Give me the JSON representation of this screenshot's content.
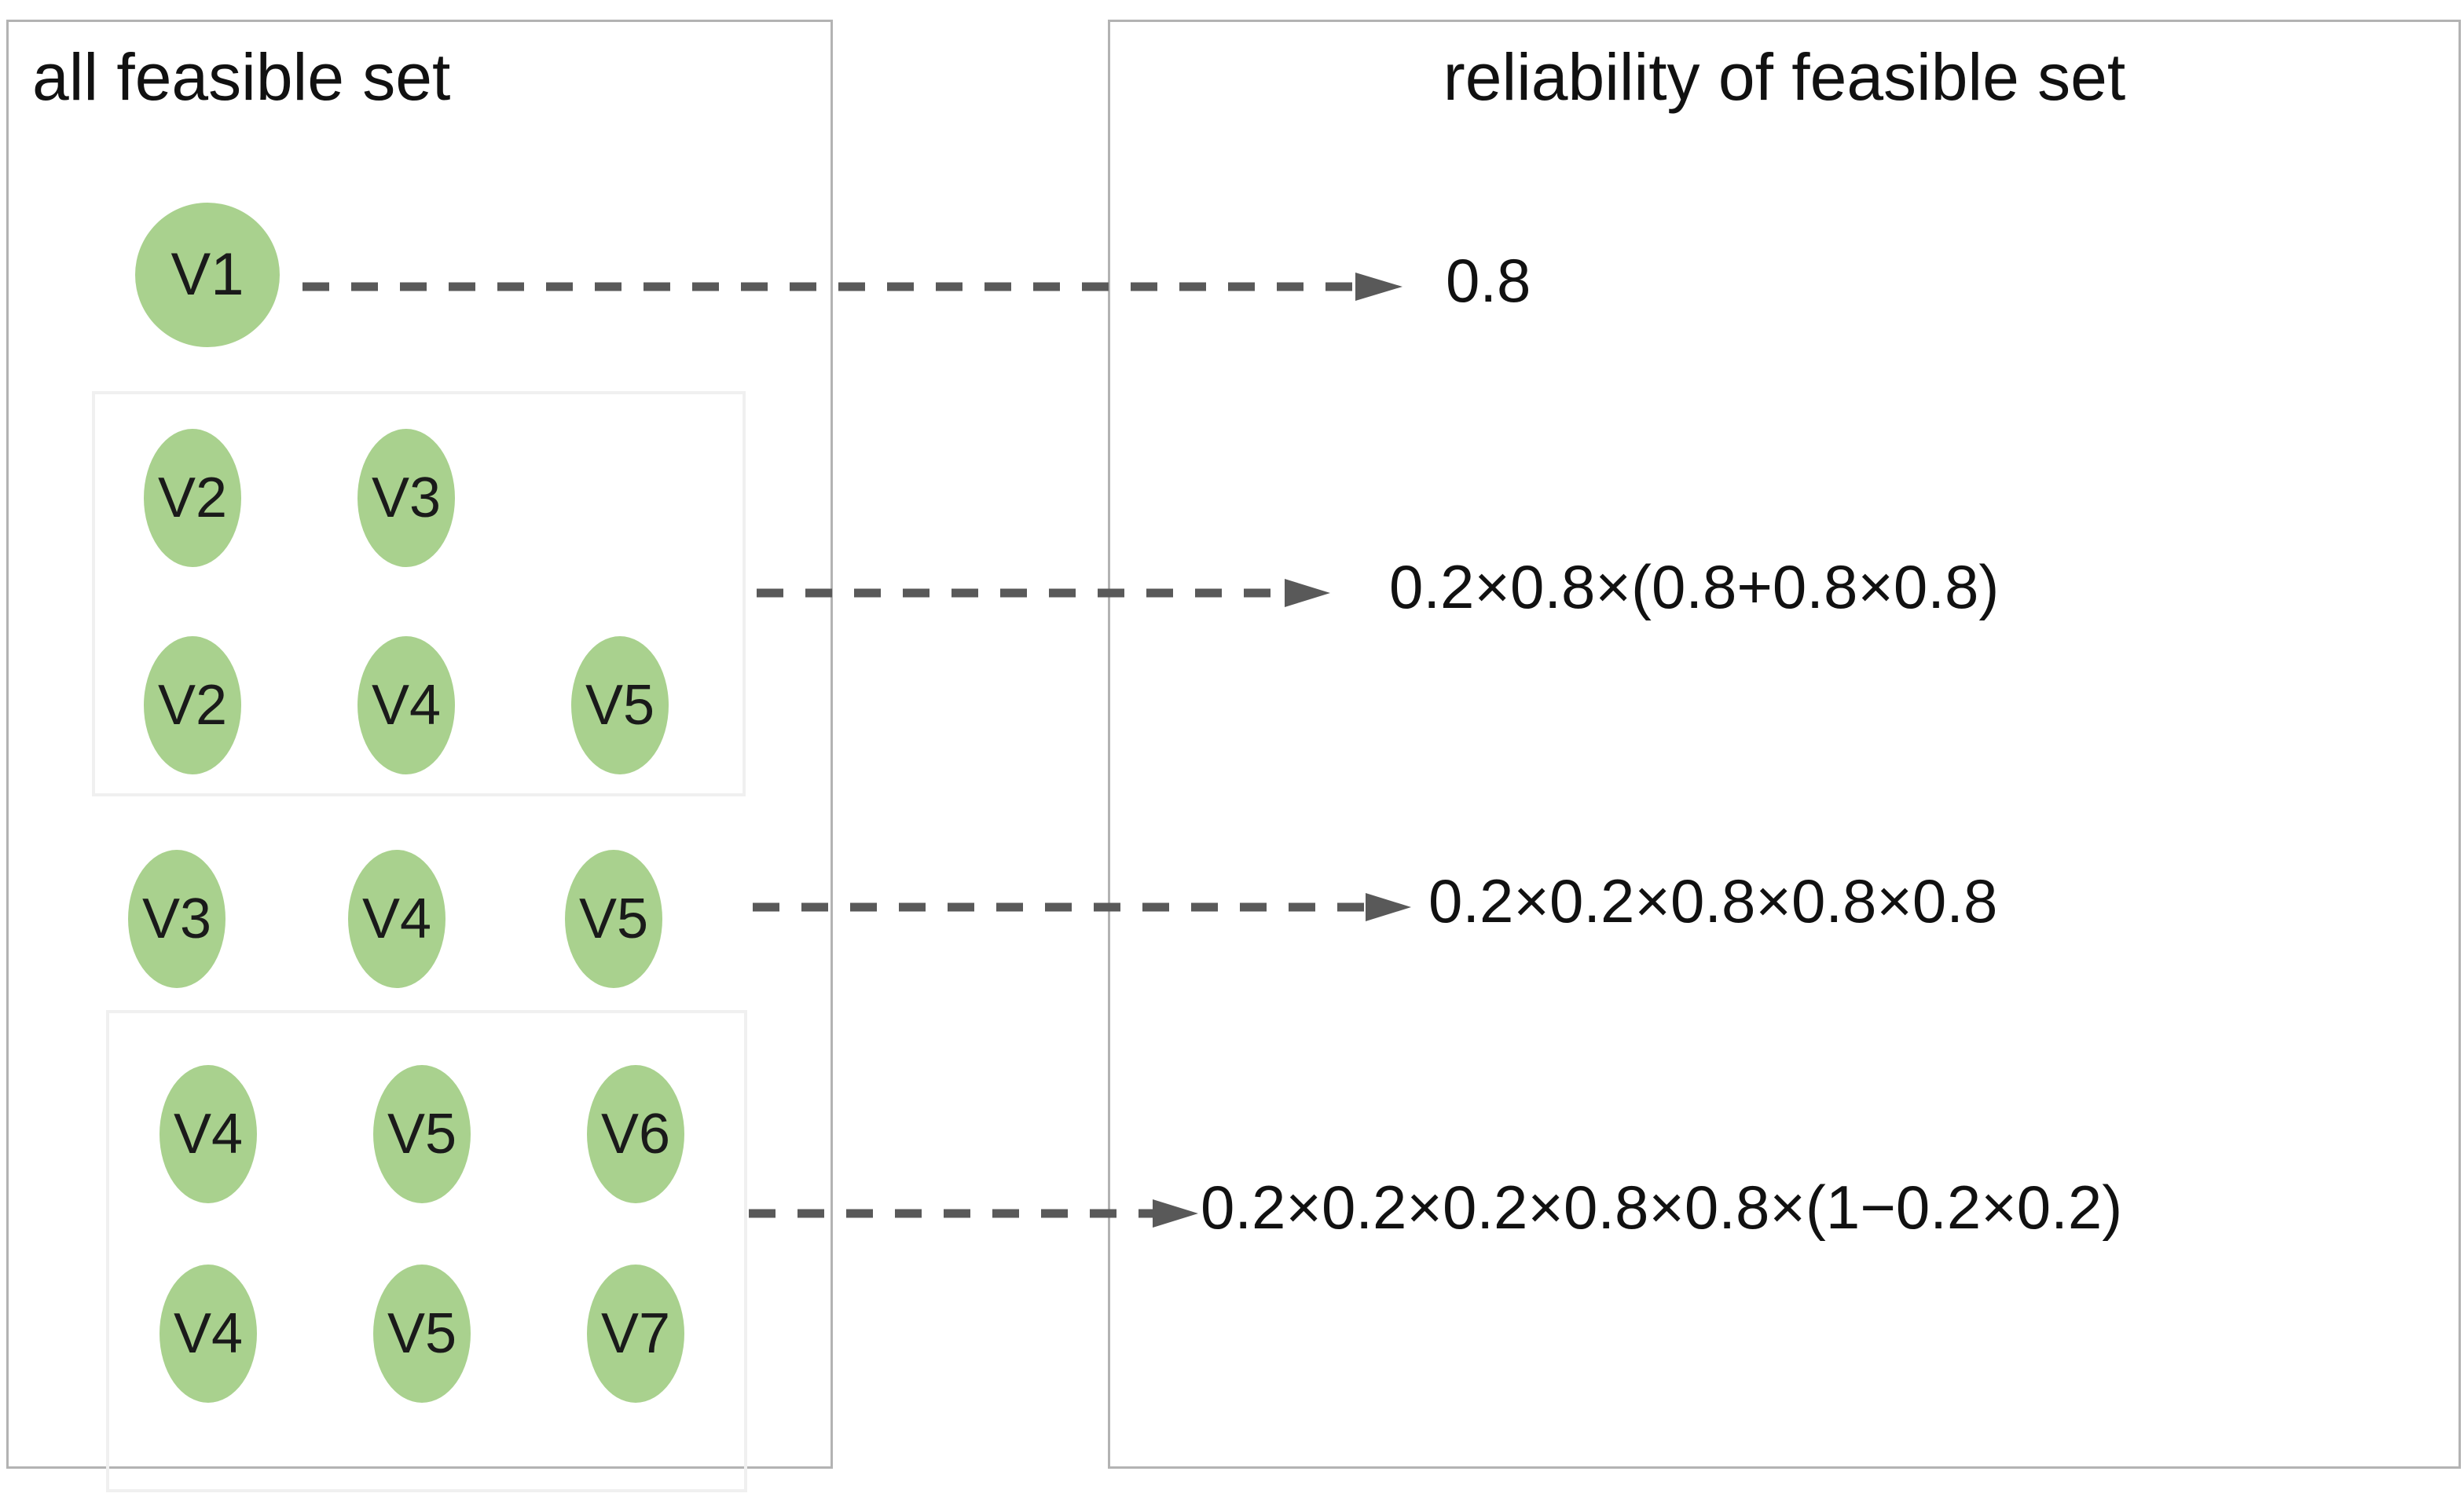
{
  "diagram": {
    "type": "two-panel-mapping-diagram",
    "node_color": "#a9d18e",
    "panel_border_color": "#b3b3b3",
    "group_box_border_color": "#f0f0f0",
    "connector_color": "#595959",
    "text_color": "#111111"
  },
  "left_panel": {
    "title": "all feasible set",
    "rows": [
      {
        "id": "row-1",
        "boxed": false,
        "nodes": [
          {
            "label": "V1"
          }
        ]
      },
      {
        "id": "row-2",
        "boxed": true,
        "nodes": [
          {
            "label": "V2"
          },
          {
            "label": "V3"
          }
        ]
      },
      {
        "id": "row-3",
        "boxed": true,
        "nodes": [
          {
            "label": "V2"
          },
          {
            "label": "V4"
          },
          {
            "label": "V5"
          }
        ]
      },
      {
        "id": "row-4",
        "boxed": false,
        "nodes": [
          {
            "label": "V3"
          },
          {
            "label": "V4"
          },
          {
            "label": "V5"
          }
        ]
      },
      {
        "id": "row-5",
        "boxed": true,
        "nodes": [
          {
            "label": "V4"
          },
          {
            "label": "V5"
          },
          {
            "label": "V6"
          }
        ]
      },
      {
        "id": "row-6",
        "boxed": true,
        "nodes": [
          {
            "label": "V4"
          },
          {
            "label": "V5"
          },
          {
            "label": "V7"
          }
        ]
      }
    ]
  },
  "right_panel": {
    "title": "reliability of feasible set",
    "formulas": [
      {
        "id": "formula-1",
        "text": "0.8"
      },
      {
        "id": "formula-2",
        "text": "0.2×0.8×(0.8+0.8×0.8)"
      },
      {
        "id": "formula-3",
        "text": "0.2×0.2×0.8×0.8×0.8"
      },
      {
        "id": "formula-4",
        "text": "0.2×0.2×0.2×0.8×0.8×(1−0.2×0.2)"
      }
    ]
  },
  "connectors": [
    {
      "id": "connector-1",
      "from": "row-1",
      "to": "formula-1"
    },
    {
      "id": "connector-2",
      "from": "group-box-1",
      "to": "formula-2"
    },
    {
      "id": "connector-3",
      "from": "row-4",
      "to": "formula-3"
    },
    {
      "id": "connector-4",
      "from": "group-box-2",
      "to": "formula-4"
    }
  ]
}
